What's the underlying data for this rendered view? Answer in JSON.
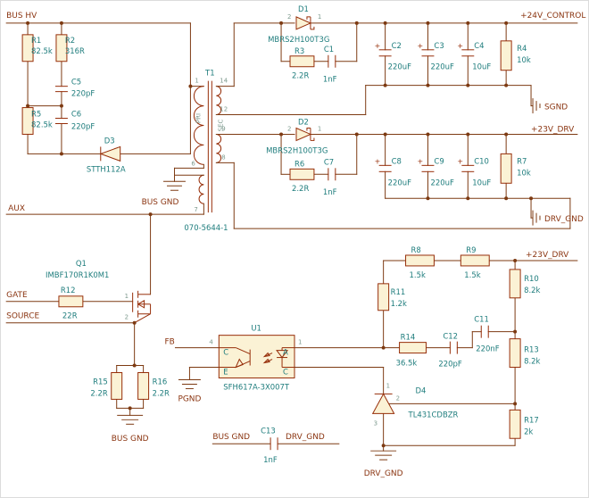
{
  "palette": {
    "wire": "#7d3a12",
    "symbol": "#962d08",
    "designator_text": "#1f7d7d",
    "net_text": "#8a3410",
    "pin_text": "#7d9a8e",
    "body_fill": "#fbf2d5",
    "background": "#ffffff"
  },
  "nets": {
    "bus_hv": "BUS HV",
    "aux": "AUX",
    "gate": "GATE",
    "source": "SOURCE",
    "fb": "FB",
    "v24": "+24V_CONTROL",
    "sgnd": "SGND",
    "v23": "+23V_DRV",
    "drv_gnd": "DRV_GND",
    "bus_gnd": "BUS GND",
    "pgnd": "PGND"
  },
  "parts": {
    "r1": {
      "ref": "R1",
      "val": "82.5k"
    },
    "r2": {
      "ref": "R2",
      "val": "316R"
    },
    "r5": {
      "ref": "R5",
      "val": "82.5k"
    },
    "c5": {
      "ref": "C5",
      "val": "220pF"
    },
    "c6": {
      "ref": "C6",
      "val": "220pF"
    },
    "d3": {
      "ref": "D3",
      "val": "STTH112A"
    },
    "t1": {
      "ref": "T1",
      "part": "070-5644-1",
      "w1": "PRI",
      "w2": "SEC"
    },
    "d1": {
      "ref": "D1",
      "val": "MBRS2H100T3G"
    },
    "r3": {
      "ref": "R3",
      "val": "2.2R"
    },
    "c1": {
      "ref": "C1",
      "val": "1nF"
    },
    "c2": {
      "ref": "C2",
      "val": "220uF"
    },
    "c3": {
      "ref": "C3",
      "val": "220uF"
    },
    "c4": {
      "ref": "C4",
      "val": "10uF"
    },
    "r4": {
      "ref": "R4",
      "val": "10k"
    },
    "d2": {
      "ref": "D2",
      "val": "MBRS2H100T3G"
    },
    "r6": {
      "ref": "R6",
      "val": "2.2R"
    },
    "c7": {
      "ref": "C7",
      "val": "1nF"
    },
    "c8": {
      "ref": "C8",
      "val": "220uF"
    },
    "c9": {
      "ref": "C9",
      "val": "220uF"
    },
    "c10": {
      "ref": "C10",
      "val": "10uF"
    },
    "r7": {
      "ref": "R7",
      "val": "10k"
    },
    "q1": {
      "ref": "Q1",
      "val": "IMBF170R1K0M1"
    },
    "r12": {
      "ref": "R12",
      "val": "22R"
    },
    "r15": {
      "ref": "R15",
      "val": "2.2R"
    },
    "r16": {
      "ref": "R16",
      "val": "2.2R"
    },
    "u1": {
      "ref": "U1",
      "val": "SFH617A-3X007T",
      "l1": "C",
      "l2": "E",
      "l3": "A",
      "l4": "C"
    },
    "r8": {
      "ref": "R8",
      "val": "1.5k"
    },
    "r9": {
      "ref": "R9",
      "val": "1.5k"
    },
    "r10": {
      "ref": "R10",
      "val": "8.2k"
    },
    "r11": {
      "ref": "R11",
      "val": "1.2k"
    },
    "r13": {
      "ref": "R13",
      "val": "8.2k"
    },
    "r14": {
      "ref": "R14",
      "val": "36.5k"
    },
    "c11": {
      "ref": "C11",
      "val": "220nF"
    },
    "c12": {
      "ref": "C12",
      "val": "220pF"
    },
    "d4": {
      "ref": "D4",
      "val": "TL431CDBZR"
    },
    "r17": {
      "ref": "R17",
      "val": "2k"
    },
    "c13": {
      "ref": "C13",
      "val": "1nF"
    }
  },
  "pins": {
    "t1": [
      "1",
      "14",
      "12",
      "9",
      "8",
      "6",
      "7"
    ],
    "d1": [
      "2",
      "1"
    ],
    "d2": [
      "2",
      "1"
    ],
    "q1": [
      "1",
      "2"
    ],
    "u1": [
      "4",
      "1"
    ],
    "d4": [
      "1",
      "2",
      "3"
    ],
    "plus": "+"
  }
}
